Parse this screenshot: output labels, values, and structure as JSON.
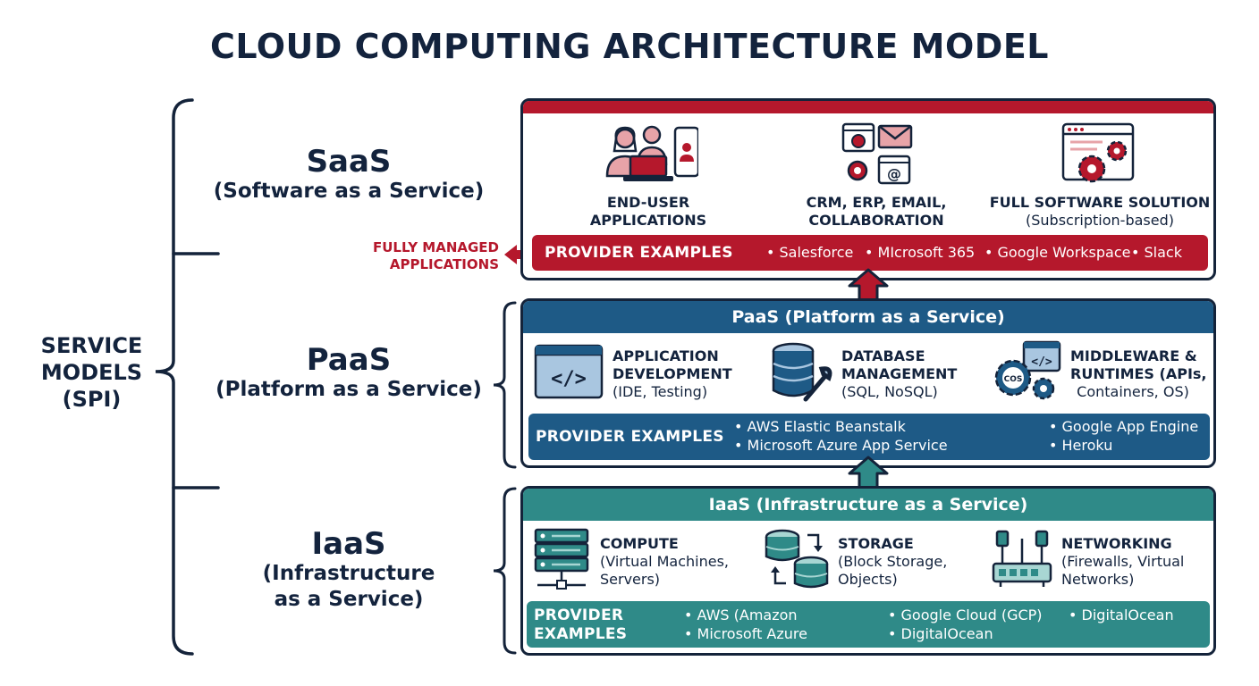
{
  "title": "CLOUD COMPUTING ARCHITECTURE MODEL",
  "spi_label": [
    "SERVICE",
    "MODELS",
    "(SPI)"
  ],
  "colors": {
    "saas": "#b5182c",
    "paas": "#1e5a86",
    "iaas": "#2f8a88",
    "dark": "#14233a"
  },
  "left_models": {
    "saas": {
      "name": "SaaS",
      "sub": "(Software as a Service)"
    },
    "paas": {
      "name": "PaaS",
      "sub": "(Platform as a Service)"
    },
    "iaas": {
      "name": "IaaS",
      "sub1": "(Infrastructure",
      "sub2": "as a Service)"
    }
  },
  "fully_managed": [
    "FULLY MANAGED",
    "APPLICATIONS"
  ],
  "saas": {
    "features": [
      {
        "title1": "END-USER",
        "title2": "APPLICATIONS",
        "icon": "users-laptop-icon"
      },
      {
        "title1": "CRM, ERP, EMAIL,",
        "title2": "COLLABORATION",
        "icon": "crm-email-icon"
      },
      {
        "title1": "FULL SOFTWARE SOLUTION",
        "title2": "(Subscription-based)",
        "icon": "software-gears-icon"
      }
    ],
    "provider_label": "PROVIDER EXAMPLES",
    "providers": [
      "• Salesforce",
      "• MIcrosoft 365",
      "• Google Workspace",
      "• Slack"
    ]
  },
  "paas": {
    "header": "PaaS (Platform as a Service)",
    "features": [
      {
        "l1": "APPLICATION",
        "l2": "DEVELOPMENT",
        "l3": "(IDE, Testing)",
        "icon": "code-window-icon"
      },
      {
        "l1": "DATABASE",
        "l2": "MANAGEMENT",
        "l3": "(SQL, NoSQL)",
        "icon": "database-wrench-icon"
      },
      {
        "l1": "MIDDLEWARE &",
        "l2": "RUNTIMES (APIs,",
        "l3": "Containers, OS)",
        "icon": "middleware-gears-icon",
        "gear_text": "COS"
      }
    ],
    "provider_label": "PROVIDER EXAMPLES",
    "providers": [
      "• AWS Elastic Beanstalk",
      "• Microsoft Azure App Service",
      "• Google App Engine",
      "• Heroku"
    ]
  },
  "iaas": {
    "header": "IaaS (Infrastructure as a Service)",
    "features": [
      {
        "l1": "COMPUTE",
        "l2": "(Virtual Machines,",
        "l3": "Servers)",
        "icon": "server-rack-icon"
      },
      {
        "l1": "STORAGE",
        "l2": "(Block Storage,",
        "l3": "Objects)",
        "icon": "storage-disks-icon"
      },
      {
        "l1": "NETWORKING",
        "l2": "(Firewalls, Virtual",
        "l3": "Networks)",
        "icon": "network-switch-icon"
      }
    ],
    "provider_label1": "PROVIDER",
    "provider_label2": "EXAMPLES",
    "providers": [
      "• AWS (Amazon",
      "• Microsoft Azure",
      "• Google Cloud (GCP)",
      "• DigitalOcean",
      "• DigitalOcean"
    ]
  }
}
